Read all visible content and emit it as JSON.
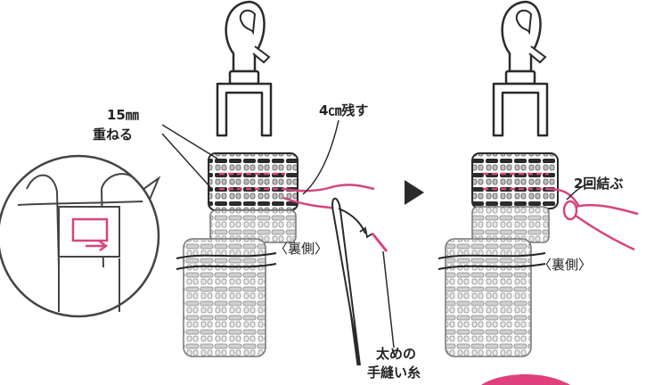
{
  "labels": {
    "overlap_1": "15㎜",
    "overlap_2": "重ねる",
    "leave_4cm": "4㎝残す",
    "back_side_left": "〈裏側〉",
    "back_side_right": "〈裏側〉",
    "thread_1": "太めの",
    "thread_2": "手縫い糸",
    "tie_twice": "2回結ぶ"
  },
  "colors": {
    "outline": "#2a2a2a",
    "strap_dark": "#2b2b2b",
    "strap_light": "#c8c8c8",
    "thread_pink": "#d6457f",
    "gray_fill": "#9b9b9b"
  },
  "icons": {
    "arrow": "right-triangle-icon",
    "clasp": "snap-hook-icon",
    "needle": "sewing-needle-icon"
  }
}
